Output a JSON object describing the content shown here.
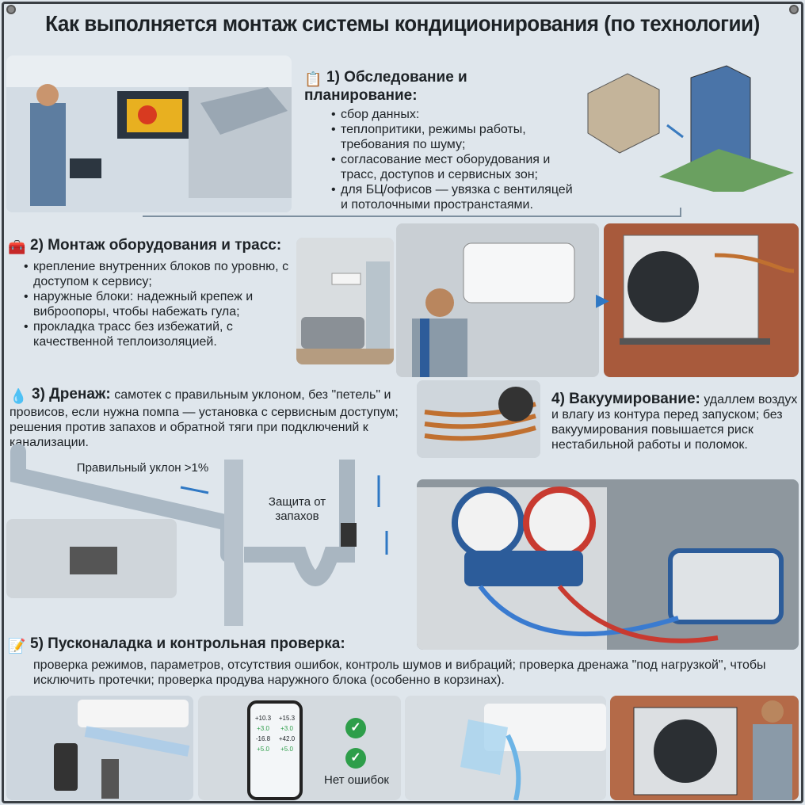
{
  "title": "Как выполняется монтаж системы кондиционирования (по технологии)",
  "sections": [
    {
      "title": "1) Обследование и планирование:",
      "icon": "clipboard-icon",
      "items": [
        "сбор данных:",
        "теплопритики, режимы работы, требования по шуму;",
        "согласование мест оборудования и трасс, доступов и сервисных зон;",
        "для БЦ/офисов — увязка с вентиляцей и потолочными пространстаями."
      ]
    },
    {
      "title": "2) Монтаж оборудования и трасс:",
      "icon": "toolbox-icon",
      "items": [
        "крепление внутренних блоков по уровню, с доступом к сервису;",
        "наружные блоки: надежный крепеж и виброопоры, чтобы набежать гула;",
        "прокладка трасс без избежатий, с качественной теплоизоляцией."
      ]
    },
    {
      "title": "3) Дренаж:",
      "icon": "water-drop-icon",
      "text": "самотек с правильным уклоном, без \"петель\" и провисов, если нужна помпа — установка с сервисным доступум; решения против запахов и обратной тяги при подключений к канализации."
    },
    {
      "title": "4) Вакуумирование:",
      "text": "удаллем воздух и влагу из контура перед запуском; без вакуумирования повышается риск нестабильной работы и поломок."
    },
    {
      "title": "5) Пусконаладка и контрольная проверка:",
      "icon": "checklist-icon",
      "text": "проверка режимов, параметров, отсутствия ошибок, контроль шумов и вибраций; проверка дренажа \"под нагрузкой\", чтобы исключить протечки; проверка продува наружного блока (особенно в корзинах)."
    }
  ],
  "drain_labels": {
    "slope": "Правильный уклон >1%",
    "odor": "Защита от запахов"
  },
  "phone": {
    "values": [
      "+10.3",
      "+15.3",
      "+3.0",
      "+3.0",
      "-16.8",
      "+42.0",
      "+5.0",
      "+5.0"
    ]
  },
  "no_errors": "Нет ошибок",
  "colors": {
    "background": "#dfe6ec",
    "accent": "#2f78c4",
    "ok": "#2e9e4a"
  }
}
